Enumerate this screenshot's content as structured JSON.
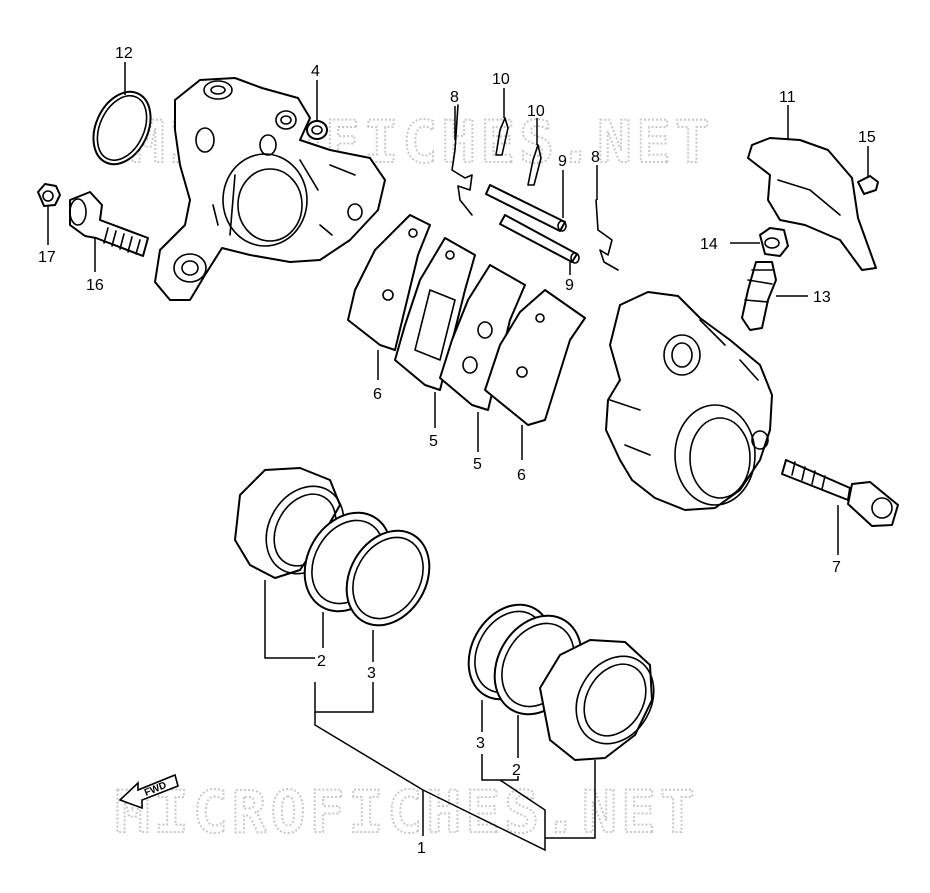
{
  "watermark": "MICROFICHES.NET",
  "direction_badge": "FWD",
  "callouts": {
    "c1": "1",
    "c2a": "2",
    "c2b": "2",
    "c3a": "3",
    "c3b": "3",
    "c4": "4",
    "c5a": "5",
    "c5b": "5",
    "c6a": "6",
    "c6b": "6",
    "c7": "7",
    "c8a": "8",
    "c8b": "8",
    "c9a": "9",
    "c9b": "9",
    "c10a": "10",
    "c10b": "10",
    "c11": "11",
    "c12": "12",
    "c13": "13",
    "c14": "14",
    "c15": "15",
    "c16": "16",
    "c17": "17"
  }
}
